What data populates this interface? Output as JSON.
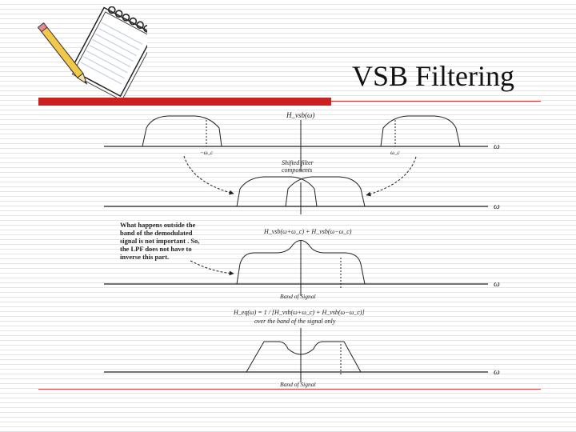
{
  "slide": {
    "title": "VSB Filtering"
  },
  "diagram": {
    "omega": "ω",
    "top_label": "H_vsb(ω)",
    "neg_wc": "−ω_c",
    "pos_wc": "ω_c",
    "shifted_label_1": "Shifted filter",
    "shifted_label_2": "components",
    "sum_label": "H_vsb(ω+ω_c) + H_vsb(ω−ω_c)",
    "band_label_1": "Band of Signal",
    "band_label_2": "Band of Signal",
    "formula_label": "H_eq(ω) = 1 / [H_vsb(ω+ω_c) + H_vsb(ω−ω_c)]",
    "formula_sub": "over the band of the signal only",
    "note_lines": [
      "What happens outside the",
      "band of the demodulated",
      "signal is not important . So,",
      "the LPF does not have to",
      "inverse this part."
    ]
  }
}
